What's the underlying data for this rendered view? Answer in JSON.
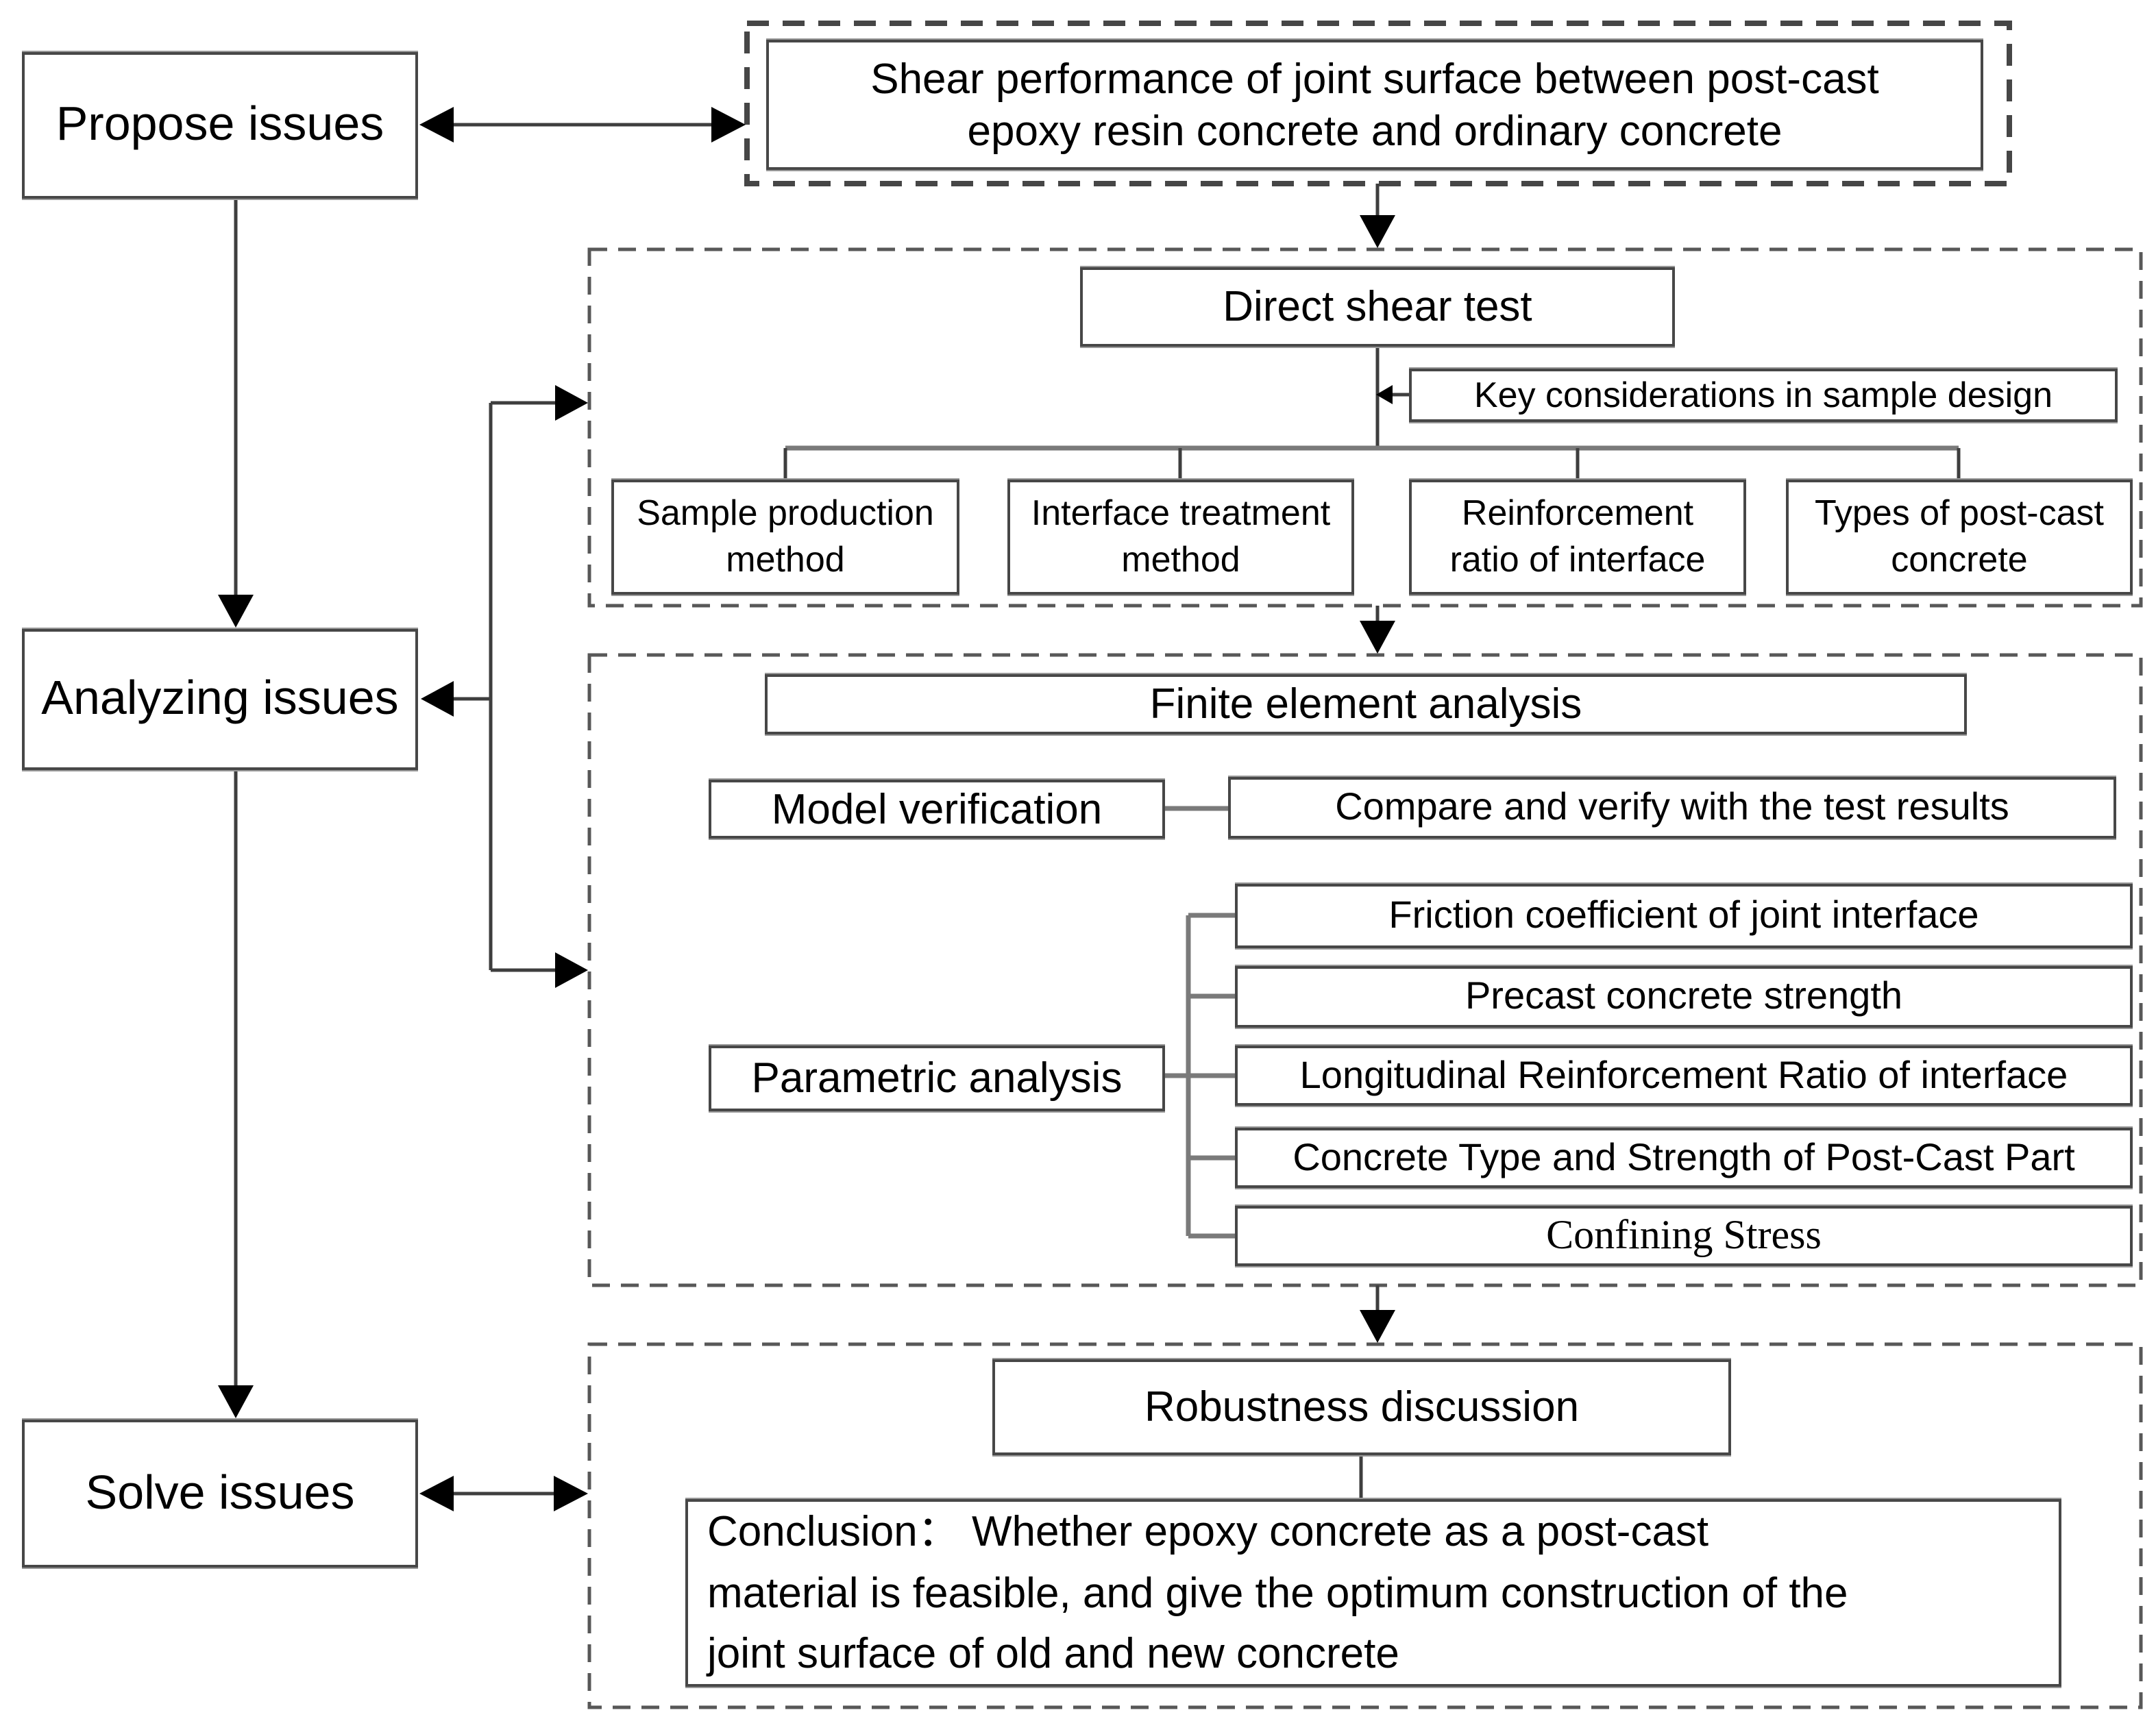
{
  "flow": {
    "left": {
      "propose": "Propose issues",
      "analyzing": "Analyzing issues",
      "solve": "Solve issues"
    },
    "title": {
      "lines": {
        "0": "Shear performance of joint surface between post-cast",
        "1": "epoxy resin concrete and ordinary concrete"
      }
    },
    "test_section": {
      "header": "Direct shear test",
      "note": "Key considerations in sample design",
      "children": {
        "0": "Sample production method",
        "1": "Interface treatment method",
        "2": "Reinforcement ratio of interface",
        "3": "Types of post-cast concrete"
      }
    },
    "fea_section": {
      "header": "Finite element analysis",
      "model_verification": "Model verification",
      "compare": "Compare and verify with the test results",
      "parametric": "Parametric analysis",
      "parameters": {
        "0": "Friction coefficient of joint interface",
        "1": "Precast concrete strength",
        "2": "Longitudinal Reinforcement Ratio of interface",
        "3": "Concrete Type and Strength of Post-Cast Part",
        "4": "Confining Stress"
      }
    },
    "conclusion_section": {
      "header": "Robustness discussion",
      "conclusion_lines": {
        "0": "Conclusion：  Whether epoxy concrete as a post-cast",
        "1": "material is feasible, and give the optimum construction of the",
        "2": "joint surface of old and new concrete"
      }
    },
    "colors": {
      "background": "#ffffff",
      "text": "#000000",
      "line": "#3e3e3e",
      "line_gray": "#7a7a7a",
      "dash": "#585858",
      "arrow": "#000000"
    }
  }
}
